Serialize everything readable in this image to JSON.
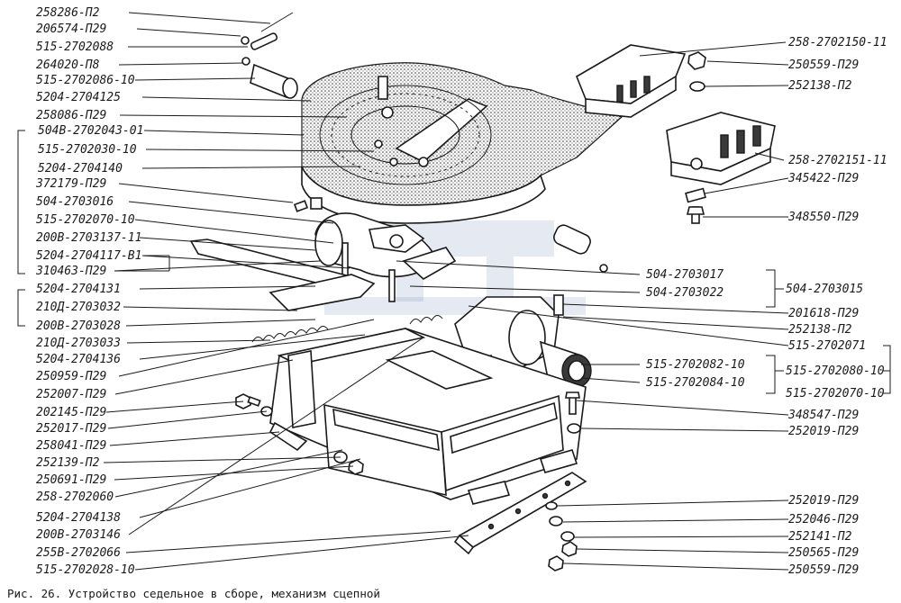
{
  "left_labels": [
    "258286-П2",
    "206574-П29",
    "515-2702088",
    "264020-П8",
    "515-2702086-10",
    "5204-2704125",
    "258086-П29",
    "504В-2702043-01",
    "515-2702030-10",
    "5204-2704140",
    "372179-П29",
    "504-2703016",
    "515-2702070-10",
    "200В-2703137-11",
    "5204-2704117-В1",
    "310463-П29",
    "5204-2704131",
    "210Д-2703032",
    "200В-2703028",
    "210Д-2703033",
    "5204-2704136",
    "250959-П29",
    "252007-П29",
    "202145-П29",
    "252017-П29",
    "258041-П29",
    "252139-П2",
    "250691-П29",
    "258-2702060",
    "5204-2704138",
    "200В-2703146",
    "255В-2702066",
    "515-2702028-10"
  ],
  "right_labels": [
    "258-2702150-11",
    "250559-П29",
    "252138-П2",
    "258-2702151-11",
    "345422-П29",
    "348550-П29",
    "504-2703017",
    "504-2703022",
    "201618-П29",
    "252138-П2",
    "515-2702071",
    "515-2702082-10",
    "515-2702084-10",
    "348547-П29",
    "252019-П29",
    "252019-П29",
    "252046-П29",
    "252141-П2",
    "250565-П29",
    "250559-П29"
  ],
  "group_labels": {
    "assembly_504_2703015": "504-2703015",
    "assembly_515_2702080": "515-2702080-10",
    "assembly_515_2702070": "515-2702070-10"
  },
  "caption": "Рис. 26. Устройство седельное в сборе, механизм сцепной"
}
